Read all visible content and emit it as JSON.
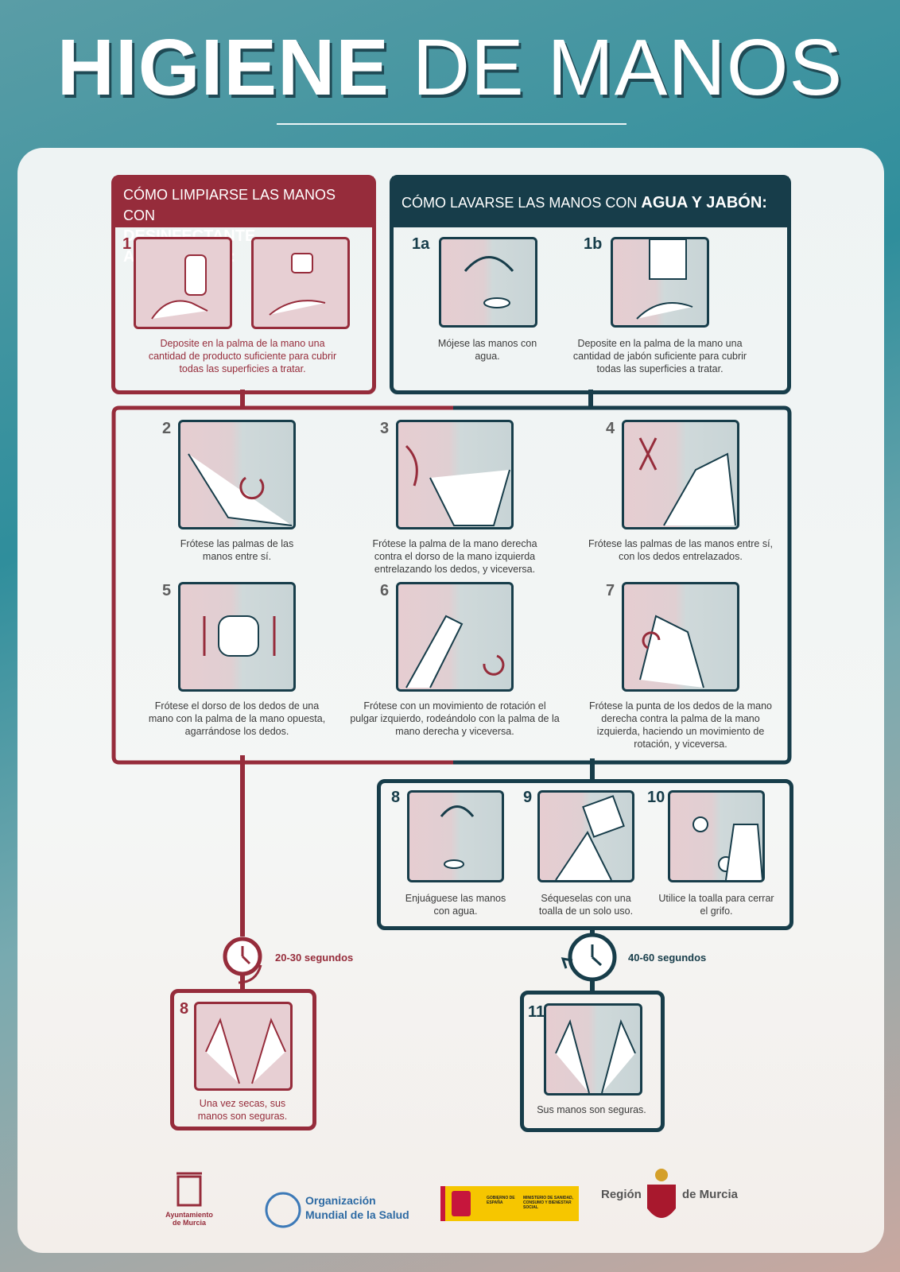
{
  "title": {
    "bold": "HIGIENE",
    "light": "DE MANOS"
  },
  "alcohol": {
    "header_line1": "CÓMO LIMPIARSE LAS MANOS CON",
    "header_line2": "DESINFECTANTE ALCOHÓLICO:",
    "step1": {
      "num": "1",
      "caption": "Deposite en la palma de la mano una cantidad de producto suficiente para cubrir todas las superficies a tratar."
    },
    "timer": "20-30 segundos",
    "step8": {
      "num": "8",
      "caption": "Una vez secas, sus manos son seguras."
    }
  },
  "water": {
    "header_prefix": "CÓMO LAVARSE LAS MANOS CON ",
    "header_bold": "AGUA Y JABÓN:",
    "step1a": {
      "num": "1a",
      "caption": "Mójese las manos con agua."
    },
    "step1b": {
      "num": "1b",
      "caption": "Deposite en la palma de la mano una cantidad de jabón suficiente para cubrir todas las superficies a tratar."
    },
    "timer": "40-60 segundos",
    "step8": {
      "num": "8",
      "caption": "Enjuáguese las manos con agua."
    },
    "step9": {
      "num": "9",
      "caption": "Séqueselas con una toalla de un solo uso."
    },
    "step10": {
      "num": "10",
      "caption": "Utilice la toalla para cerrar el grifo."
    },
    "step11": {
      "num": "11",
      "caption": "Sus manos son seguras."
    }
  },
  "common": {
    "step2": {
      "num": "2",
      "caption": "Frótese las palmas de las manos entre sí."
    },
    "step3": {
      "num": "3",
      "caption": "Frótese la palma de la mano derecha contra el dorso de la mano izquierda entrelazando los dedos, y viceversa."
    },
    "step4": {
      "num": "4",
      "caption": "Frótese las palmas de las manos entre sí, con los dedos entrelazados."
    },
    "step5": {
      "num": "5",
      "caption": "Frótese el dorso de los dedos de una mano con la palma de la mano opuesta, agarrándose los dedos."
    },
    "step6": {
      "num": "6",
      "caption": "Frótese con un movimiento de rotación el pulgar izquierdo, rodeándolo con la palma de la mano derecha y viceversa."
    },
    "step7": {
      "num": "7",
      "caption": "Frótese la punta de los dedos de la mano derecha contra la palma de la mano izquierda, haciendo un movimiento de rotación, y viceversa."
    }
  },
  "logos": {
    "ayuntamiento": {
      "line1": "Ayuntamiento",
      "line2": "de Murcia"
    },
    "oms": {
      "line1": "Organización",
      "line2": "Mundial de la Salud"
    },
    "gobierno": {
      "left": "GOBIERNO DE ESPAÑA",
      "right": "MINISTERIO DE SANIDAD, CONSUMO Y BIENESTAR SOCIAL"
    },
    "region": {
      "left": "Región",
      "right": "de Murcia"
    }
  },
  "colors": {
    "red": "#962c3b",
    "teal": "#173d4a",
    "pink": "#e7cfd3"
  }
}
